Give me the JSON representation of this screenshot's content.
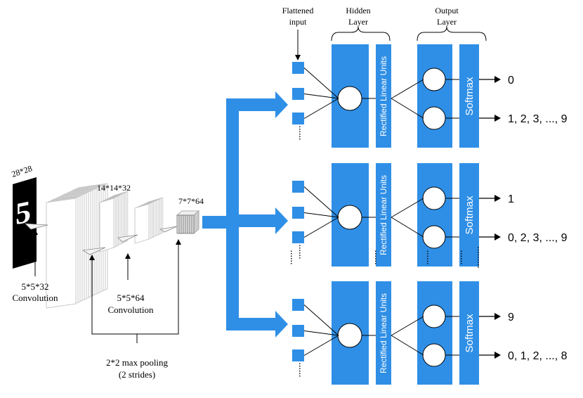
{
  "colors": {
    "blue": "#2f8fe6",
    "dark_blue": "#1f78d1",
    "black": "#000000",
    "white": "#ffffff",
    "layer_fill": "#ffffff",
    "layer_stroke": "#c8c8c8"
  },
  "cnn": {
    "input_size": "28*28",
    "digit": "5",
    "conv1_top": "14*14*32",
    "conv2_top": "7*7*64",
    "conv1_label_line1": "5*5*32",
    "conv1_label_line2": "Convolution",
    "conv2_label_line1": "5*5*64",
    "conv2_label_line2": "Convolution",
    "pool_label_line1": "2*2 max pooling",
    "pool_label_line2": "(2 strides)"
  },
  "headers": {
    "flattened_line1": "Flattened",
    "flattened_line2": "input",
    "hidden_line1": "Hidden",
    "hidden_line2": "Layer",
    "output_line1": "Output",
    "output_line2": "Layer"
  },
  "layer_labels": {
    "relu": "Rectified Linear Units",
    "softmax": "Softmax"
  },
  "branches": [
    {
      "out_top": "0",
      "out_bottom": "1, 2, 3, ..., 9"
    },
    {
      "out_top": "1",
      "out_bottom": "0, 2, 3, ..., 9"
    },
    {
      "out_top": "9",
      "out_bottom": "0, 1, 2, ..., 8"
    }
  ]
}
